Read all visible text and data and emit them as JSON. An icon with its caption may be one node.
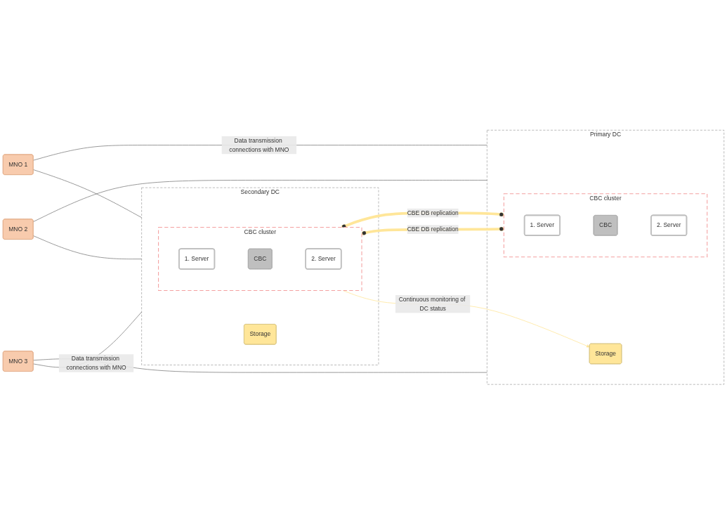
{
  "diagram": {
    "nodes": [
      {
        "text": [
          "Primary DC"
        ]
      },
      {
        "text": [
          "CBC cluster"
        ],
        "in": 0
      },
      {
        "text": [
          "1. Server"
        ],
        "in": 1
      },
      {
        "text": [
          "CBC"
        ],
        "in": 1
      },
      {
        "text": [
          "2. Server"
        ],
        "in": 1
      },
      {
        "text": [
          "Storage"
        ],
        "in": 0
      },
      {
        "text": [
          "Secondary DC"
        ]
      },
      {
        "text": [
          "CBC cluster"
        ],
        "in": 6
      },
      {
        "text": [
          "1. Server"
        ],
        "in": 7
      },
      {
        "text": [
          "CBC"
        ],
        "in": 7
      },
      {
        "text": [
          "2. Server"
        ],
        "in": 7
      },
      {
        "text": [
          "Storage"
        ],
        "in": 6
      },
      {
        "text": [
          "MNO 1"
        ]
      },
      {
        "text": [
          "MNO 2"
        ]
      },
      {
        "text": [
          "MNO 3"
        ]
      }
    ],
    "edges": [
      {
        "from": 1,
        "to": 7,
        "arrow": "other",
        "label": "CBE DB replication",
        "style": "thick",
        "color": "#ffe699"
      },
      {
        "from": 1,
        "to": 7,
        "arrow": "other",
        "label": "CBE DB replication",
        "style": "thick",
        "color": "#ffe699"
      },
      {
        "from": 7,
        "to": 5,
        "arrow": "to",
        "label": "Continuous monitoring of DC status",
        "color": "#ffe699"
      },
      {
        "from": 0,
        "to": 12,
        "arrow": "none",
        "label": "Data transmission connections with MNO"
      },
      {
        "from": 0,
        "to": 13,
        "arrow": "none"
      },
      {
        "from": 0,
        "to": 14,
        "arrow": "none"
      },
      {
        "from": 6,
        "to": 12,
        "arrow": "none"
      },
      {
        "from": 6,
        "to": 13,
        "arrow": "none"
      },
      {
        "from": 6,
        "to": 14,
        "arrow": "none",
        "label": "Data transmission connections with MNO"
      }
    ]
  }
}
